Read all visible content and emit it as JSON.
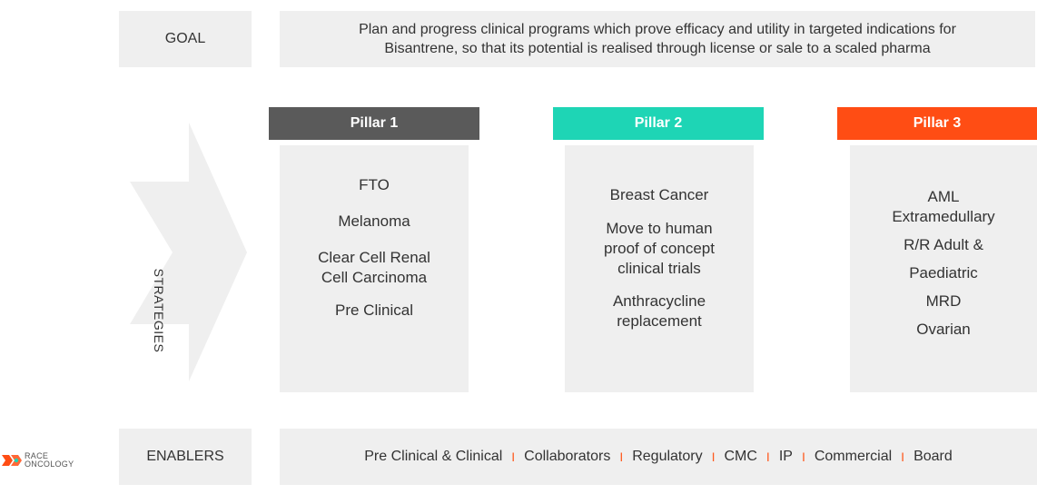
{
  "goal": {
    "label": "GOAL",
    "line1": "Plan and progress clinical programs which prove efficacy and utility in targeted indications for",
    "line2": "Bisantrene, so that its potential is realised through license or sale to a scaled pharma"
  },
  "strategies": {
    "label": "STRATEGIES"
  },
  "pillars": [
    {
      "title": "Pillar 1",
      "color": "#5a5a5a",
      "items": [
        "FTO",
        "Melanoma",
        "Clear Cell Renal\nCell Carcinoma",
        "Pre Clinical"
      ]
    },
    {
      "title": "Pillar 2",
      "color": "#1ed5b5",
      "items": [
        "Breast Cancer",
        "Move to human\nproof of concept\nclinical trials",
        "Anthracycline\nreplacement"
      ]
    },
    {
      "title": "Pillar 3",
      "color": "#ff4d14",
      "items": [
        "AML\nExtramedullary",
        "R/R Adult &",
        "Paediatric",
        "MRD",
        "Ovarian"
      ]
    }
  ],
  "enablers": {
    "label": "ENABLERS",
    "items": [
      "Pre Clinical & Clinical",
      "Collaborators",
      "Regulatory",
      "CMC",
      "IP",
      "Commercial",
      "Board"
    ],
    "separator": "I"
  },
  "logo": {
    "line1": "RACE",
    "line2": "ONCOLOGY",
    "colors": [
      "#ff4d14",
      "#1ed5b5"
    ]
  }
}
